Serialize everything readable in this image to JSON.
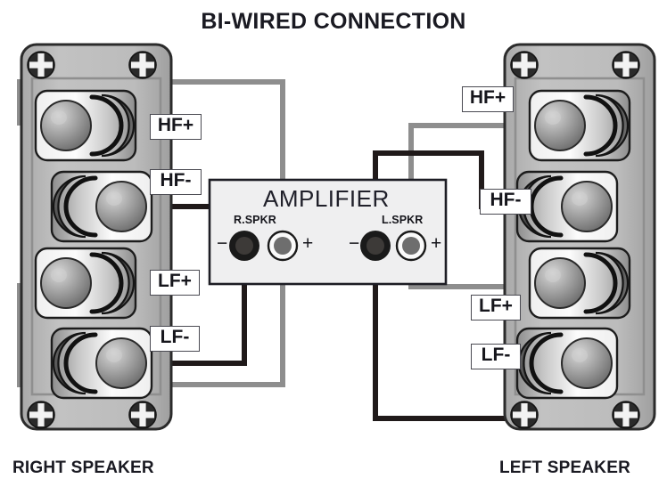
{
  "title": "BI-WIRED CONNECTION",
  "amplifier": {
    "label": "AMPLIFIER",
    "channels": [
      {
        "tag": "R.SPKR",
        "minus": "−",
        "plus": "+"
      },
      {
        "tag": "L.SPKR",
        "minus": "−",
        "plus": "+"
      }
    ]
  },
  "speakers": [
    {
      "name": "RIGHT SPEAKER",
      "side": "right-speaker",
      "terminals": [
        {
          "id": "hf-plus",
          "label": "HF+"
        },
        {
          "id": "hf-minus",
          "label": "HF-"
        },
        {
          "id": "lf-plus",
          "label": "LF+"
        },
        {
          "id": "lf-minus",
          "label": "LF-"
        }
      ]
    },
    {
      "name": "LEFT SPEAKER",
      "side": "left-speaker",
      "terminals": [
        {
          "id": "hf-plus",
          "label": "HF+"
        },
        {
          "id": "hf-minus",
          "label": "HF-"
        },
        {
          "id": "lf-plus",
          "label": "LF+"
        },
        {
          "id": "lf-minus",
          "label": "LF-"
        }
      ]
    }
  ],
  "wires": [
    {
      "id": "right-hf-positive",
      "from": "R.SPKR +",
      "to": "RIGHT HF+",
      "polarity": "positive",
      "color": "#8e8e8e"
    },
    {
      "id": "right-hf-negative",
      "from": "R.SPKR −",
      "to": "RIGHT HF-",
      "polarity": "negative",
      "color": "#201a1a"
    },
    {
      "id": "right-lf-positive",
      "from": "R.SPKR +",
      "to": "RIGHT LF+",
      "polarity": "positive",
      "color": "#8e8e8e"
    },
    {
      "id": "right-lf-negative",
      "from": "R.SPKR −",
      "to": "RIGHT LF-",
      "polarity": "negative",
      "color": "#201a1a"
    },
    {
      "id": "left-hf-positive",
      "from": "L.SPKR +",
      "to": "LEFT HF+",
      "polarity": "positive",
      "color": "#8e8e8e"
    },
    {
      "id": "left-hf-negative",
      "from": "L.SPKR −",
      "to": "LEFT HF-",
      "polarity": "negative",
      "color": "#201a1a"
    },
    {
      "id": "left-lf-positive",
      "from": "L.SPKR +",
      "to": "LEFT LF+",
      "polarity": "positive",
      "color": "#8e8e8e"
    },
    {
      "id": "left-lf-negative",
      "from": "L.SPKR −",
      "to": "LEFT LF-",
      "polarity": "negative",
      "color": "#201a1a"
    }
  ],
  "colors": {
    "panel": "#b9b9b9",
    "panel_edge": "#2b2b2b",
    "wire_positive": "#8e8e8e",
    "wire_negative": "#201a1a",
    "amp_fill": "#efeff0",
    "text": "#16161c"
  }
}
